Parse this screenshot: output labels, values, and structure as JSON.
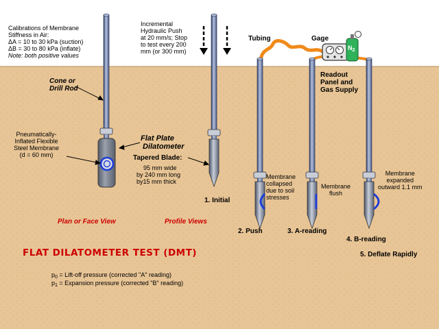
{
  "colors": {
    "sky": "#ffffff",
    "soil": "#e8c596",
    "soil_grain": "#c9a06e",
    "rod_dark": "#34446c",
    "rod_mid": "#6f7fa8",
    "rod_light": "#b7c2de",
    "membrane": "#1e3cd6",
    "tubing": "#f08a1a",
    "gas_bottle": "#2fb25a",
    "red_text": "#cc0000"
  },
  "icons": {
    "push_arrows": "down-arrow-icon",
    "gas_bottle": "gas-cylinder-icon",
    "gage": "pressure-gauge-icon"
  },
  "labels": {
    "calibrations": {
      "line1": "Calibrations of Membrane",
      "line2": "Stiffness in Air:",
      "line3": "ΔA = 10 to 30 kPa (suction)",
      "line4": "ΔB = 30 to 80 kPa (inflate)",
      "note": "Note: both positive values"
    },
    "push_instructions": {
      "line1": "Incremental",
      "line2": "Hydraulic Push",
      "line3": "at 20 mm/s; Stop",
      "line4": "to test every 200",
      "line5": "mm (or 300 mm)"
    },
    "tubing": "Tubing",
    "gage": "Gage",
    "n2": "N",
    "n2_sub": "2",
    "readout": {
      "line1": "Readout",
      "line2": "Panel and",
      "line3": "Gas Supply"
    },
    "cone_rod": {
      "line1": "Cone or",
      "line2": "Drill Rod"
    },
    "pneumatic_membrane": {
      "line1": "Pneumatically-",
      "line2": "Inflated Flexible",
      "line3": "Steel Membrane",
      "line4": "(d = 60 mm)"
    },
    "flat_plate": {
      "line1": "Flat Plate",
      "line2": "Dilatometer"
    },
    "tapered_blade": "Tapered Blade:",
    "blade_dims": {
      "line1": "95 mm wide",
      "line2": "by 240 mm long",
      "line3": "by15 mm thick"
    },
    "membrane_collapsed": {
      "line1": "Membrane",
      "line2": "collapsed",
      "line3": "due to soil",
      "line4": "stresses"
    },
    "membrane_flush": {
      "line1": "Membrane",
      "line2": "flush"
    },
    "membrane_expanded": {
      "line1": "Membrane",
      "line2": "expanded",
      "line3": "outward 1.1 mm"
    },
    "plan_view": "Plan or Face View",
    "profile_views": "Profile Views",
    "steps": {
      "s1": "1. Initial",
      "s2": "2. Push",
      "s3": "3. A-reading",
      "s4": "4. B-reading",
      "s5": "5. Deflate Rapidly"
    },
    "title": "FLAT DILATOMETER TEST (DMT)",
    "p0_sym": "p",
    "p0_sub": "0",
    "p0_def": " = Lift-off pressure (corrected \"A\" reading)",
    "p1_sym": "p",
    "p1_sub": "1",
    "p1_def": " = Expansion pressure (corrected \"B\" reading)"
  }
}
